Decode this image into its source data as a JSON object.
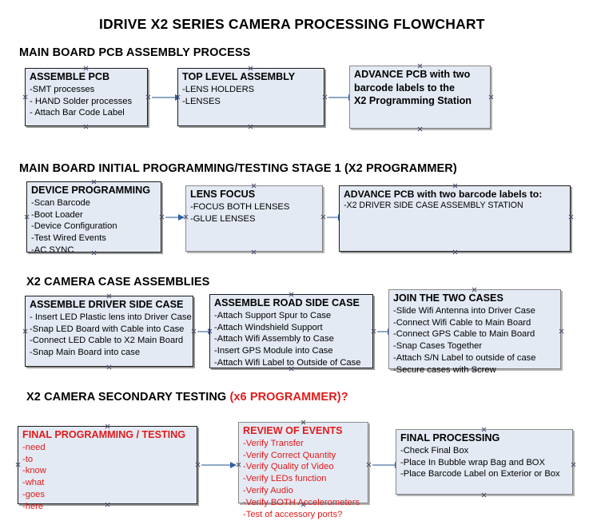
{
  "document": {
    "title": "IDRIVE X2  SERIES CAMERA PROCESSING FLOWCHART",
    "accent_color": "#e01b1b",
    "node_fill": "#e4eaf4",
    "node_border": "#1b1b1b",
    "arrow_color": "#8fa8c4",
    "arrowhead_color": "#2f5fa8"
  },
  "sections": [
    {
      "heading": "MAIN BOARD PCB ASSEMBLY PROCESS",
      "heading_accent": "",
      "nodes": [
        {
          "title": "ASSEMBLE PCB",
          "title_cont": [],
          "lines": [
            "-SMT processes",
            "- HAND Solder processes",
            "- Attach Bar Code Label"
          ]
        },
        {
          "title": "TOP LEVEL ASSEMBLY",
          "title_cont": [],
          "lines": [
            "-LENS HOLDERS",
            "-LENSES"
          ]
        },
        {
          "title": "ADVANCE PCB with two",
          "title_cont": [
            "barcode labels to the",
            " X2 Programming Station"
          ],
          "lines": []
        }
      ]
    },
    {
      "heading": "MAIN BOARD INITIAL PROGRAMMING/TESTING STAGE 1 (X2 PROGRAMMER)",
      "heading_accent": "",
      "nodes": [
        {
          "title": "DEVICE PROGRAMMING",
          "title_cont": [],
          "lines": [
            "-Scan Barcode",
            "-Boot Loader",
            "-Device Configuration",
            "-Test Wired Events",
            "-AC SYNC"
          ]
        },
        {
          "title": "LENS FOCUS",
          "title_cont": [],
          "lines": [
            "-FOCUS BOTH LENSES",
            "-GLUE LENSES"
          ]
        },
        {
          "title": "ADVANCE PCB with two barcode labels to:",
          "title_cont": [],
          "lines": [
            "-X2 DRIVER  SIDE  CASE  ASSEMBLY STATION"
          ]
        }
      ]
    },
    {
      "heading": "X2 CAMERA CASE ASSEMBLIES",
      "heading_accent": "",
      "nodes": [
        {
          "title": "ASSEMBLE DRIVER SIDE CASE",
          "title_cont": [],
          "lines": [
            "- Insert LED Plastic lens into Driver Case",
            "-Snap LED Board with Cable into Case",
            "-Connect LED Cable to X2 Main Board",
            "-Snap Main Board into case"
          ]
        },
        {
          "title": "ASSEMBLE ROAD SIDE CASE",
          "title_cont": [],
          "lines": [
            "-Attach Support Spur to Case",
            "-Attach Windshield Support",
            "-Attach Wifi Assembly to Case",
            "-Insert GPS Module into Case",
            "-Attach Wifi Label to Outside of Case"
          ]
        },
        {
          "title": "JOIN THE TWO CASES",
          "title_cont": [],
          "lines": [
            "-Slide Wifi Antenna into Driver Case",
            "-Connect Wifi Cable to Main Board",
            "-Connect GPS Cable to Main Board",
            "-Snap Cases Together",
            "-Attach S/N Label to outside of case",
            "-Secure cases with Screw"
          ]
        }
      ]
    },
    {
      "heading": "X2 CAMERA SECONDARY TESTING ",
      "heading_accent": "(x6 PROGRAMMER)?",
      "nodes": [
        {
          "title": "FINAL PROGRAMMING / TESTING",
          "title_cont": [],
          "lines": [
            "-need",
            "-to",
            "-know",
            "-what",
            "-goes",
            "-here"
          ]
        },
        {
          "title": "REVIEW OF EVENTS",
          "title_cont": [],
          "lines": [
            "-Verify Transfer",
            "-Verify Correct Quantity",
            "-Verify Quality of Video",
            "-Verify LEDs function",
            "-Verify Audio",
            "-Verify BOTH Accelerometers",
            "-Test of accessory ports?"
          ]
        },
        {
          "title": "FINAL PROCESSING",
          "title_cont": [],
          "lines": [
            " -Check Final Box",
            "-Place In Bubble wrap Bag and BOX",
            "-Place Barcode Label on Exterior or Box"
          ]
        }
      ]
    }
  ]
}
